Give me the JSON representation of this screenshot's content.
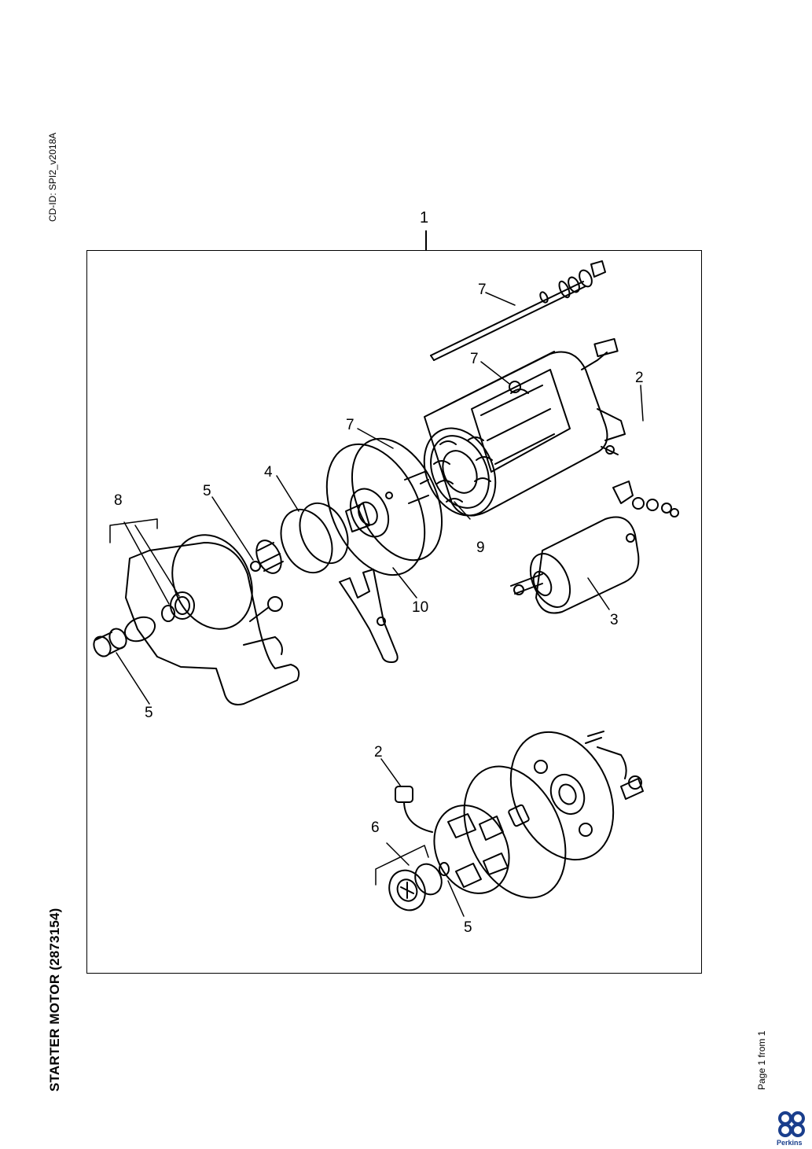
{
  "document": {
    "cd_id": "CD-ID: SPI2_v2018A",
    "title": "STARTER MOTOR (2873154)",
    "page_info": "Page 1 from 1",
    "brand": "Perkins"
  },
  "callouts": {
    "main": "1",
    "c7a": "7",
    "c7b": "7",
    "c7c": "7",
    "c2a": "2",
    "c4": "4",
    "c5a": "5",
    "c8": "8",
    "c9": "9",
    "c10": "10",
    "c3": "3",
    "c5b": "5",
    "c2b": "2",
    "c6": "6",
    "c5c": "5"
  },
  "colors": {
    "brand": "#1a3e8c"
  }
}
